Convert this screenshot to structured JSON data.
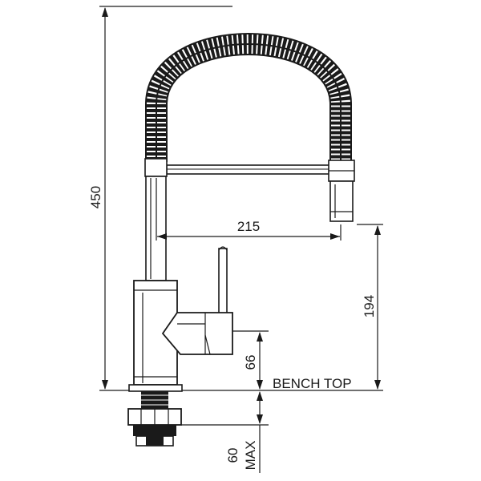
{
  "drawing": {
    "dimensions": {
      "overall_height": "450",
      "spout_reach": "215",
      "spout_outlet_height": "194",
      "body_height": "66",
      "max_bench_thickness": "60",
      "max_label": "MAX"
    },
    "bench_label": "BENCH TOP"
  }
}
